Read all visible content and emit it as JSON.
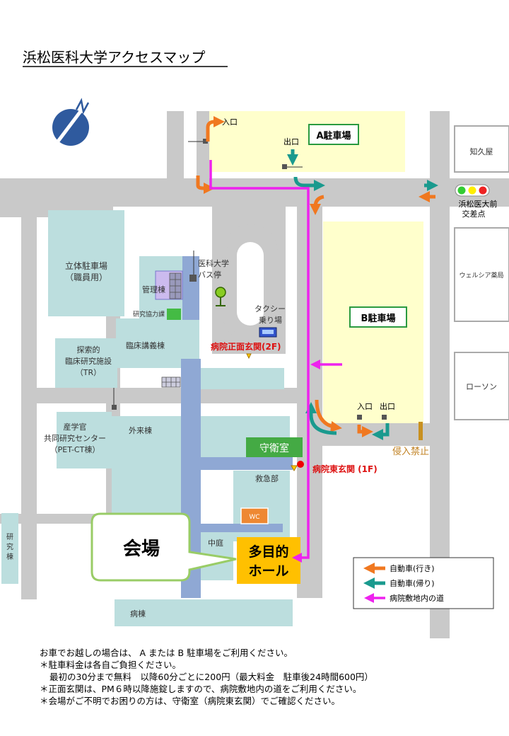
{
  "map": {
    "title": "浜松医科大学アクセスマップ",
    "parking_a": "A駐車場",
    "parking_b": "B駐車場",
    "entrance": "入口",
    "exit": "出口",
    "chikuya": "知久屋",
    "welcia": "ウェルシア薬局",
    "lawson": "ローソン",
    "intersection_line1": "浜松医大前",
    "intersection_line2": "交差点",
    "parking_structure_line1": "立体駐車場",
    "parking_structure_line2": "（職員用）",
    "bus_stop_line1": "医科大学",
    "bus_stop_line2": "バス停",
    "admin": "管理棟",
    "research_coop": "研究協力課",
    "taxi_line1": "タクシー",
    "taxi_line2": "乗り場",
    "main_entrance": "病院正面玄関(2F)",
    "east_entrance": "病院東玄関 (1F)",
    "clinical_lecture": "臨床講義棟",
    "tr_line1": "探索的",
    "tr_line2": "臨床研究施設",
    "tr_line3": "（TR）",
    "sangaku_line1": "産学官",
    "sangaku_line2": "共同研究センター",
    "sangaku_line3": "（PET-CT棟）",
    "outpatient": "外来棟",
    "guard": "守衛室",
    "emergency": "救急部",
    "no_entry": "侵入禁止",
    "wc": "WC",
    "courtyard": "中庭",
    "venue": "会場",
    "hall_line1": "多目的",
    "hall_line2": "ホール",
    "research_bldg": "研究棟",
    "ward": "病棟"
  },
  "legend": {
    "car_in": "自動車(行き)",
    "car_out": "自動車(帰り)",
    "walk": "病院敷地内の道"
  },
  "notes": {
    "line1": "お車でお越しの場合は、 A または B 駐車場をご利用ください。",
    "line2": "＊駐車料金は各自ご負担ください。",
    "line3": "最初の30分まで無料　以降60分ごとに200円（最大料金　駐車後24時間600円）",
    "line4": "＊正面玄関は、PM６時以降施錠しますので、病院敷地内の道をご利用ください。",
    "line5": "＊会場がご不明でお困りの方は、守衛室（病院東玄関）でご確認ください。"
  },
  "colors": {
    "road": "#c9c9c9",
    "building": "#bcdede",
    "corridor": "#8fa8d4",
    "parking": "#ffffcc",
    "car_in": "#f07820",
    "car_out": "#1a9a8e",
    "walk": "#ee22ee",
    "green": "#3aa040",
    "red_text": "#dd1111",
    "hall": "#ffc000"
  }
}
